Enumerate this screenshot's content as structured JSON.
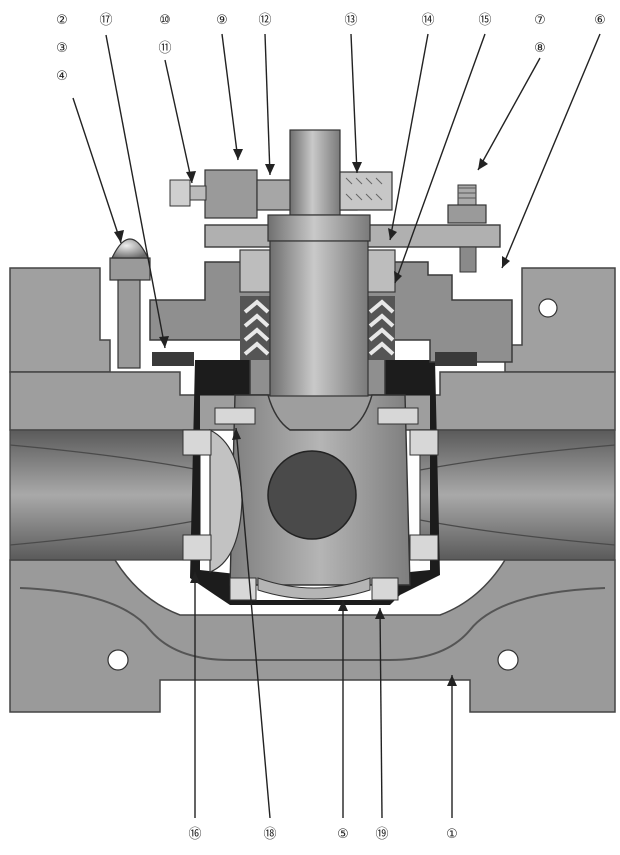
{
  "diagram": {
    "type": "cutaway illustration",
    "colors": {
      "body": "#9a9a9a",
      "body_dark": "#6e6e6e",
      "body_light": "#c8c8c8",
      "cavity": "#585858",
      "liner": "#1c1c1c",
      "sleeve": "#d7d7d7",
      "leader": "#222222",
      "background": "#ffffff"
    },
    "callouts": [
      {
        "id": "2",
        "label": "②"
      },
      {
        "id": "3",
        "label": "③"
      },
      {
        "id": "4",
        "label": "④"
      },
      {
        "id": "17",
        "label": "⑰"
      },
      {
        "id": "10",
        "label": "⑩"
      },
      {
        "id": "11",
        "label": "⑪"
      },
      {
        "id": "9",
        "label": "⑨"
      },
      {
        "id": "12",
        "label": "⑫"
      },
      {
        "id": "13",
        "label": "⑬"
      },
      {
        "id": "14",
        "label": "⑭"
      },
      {
        "id": "15",
        "label": "⑮"
      },
      {
        "id": "7",
        "label": "⑦"
      },
      {
        "id": "8",
        "label": "⑧"
      },
      {
        "id": "6",
        "label": "⑥"
      },
      {
        "id": "16",
        "label": "⑯"
      },
      {
        "id": "18",
        "label": "⑱"
      },
      {
        "id": "5",
        "label": "⑤"
      },
      {
        "id": "19",
        "label": "⑲"
      },
      {
        "id": "1",
        "label": "①"
      }
    ]
  }
}
